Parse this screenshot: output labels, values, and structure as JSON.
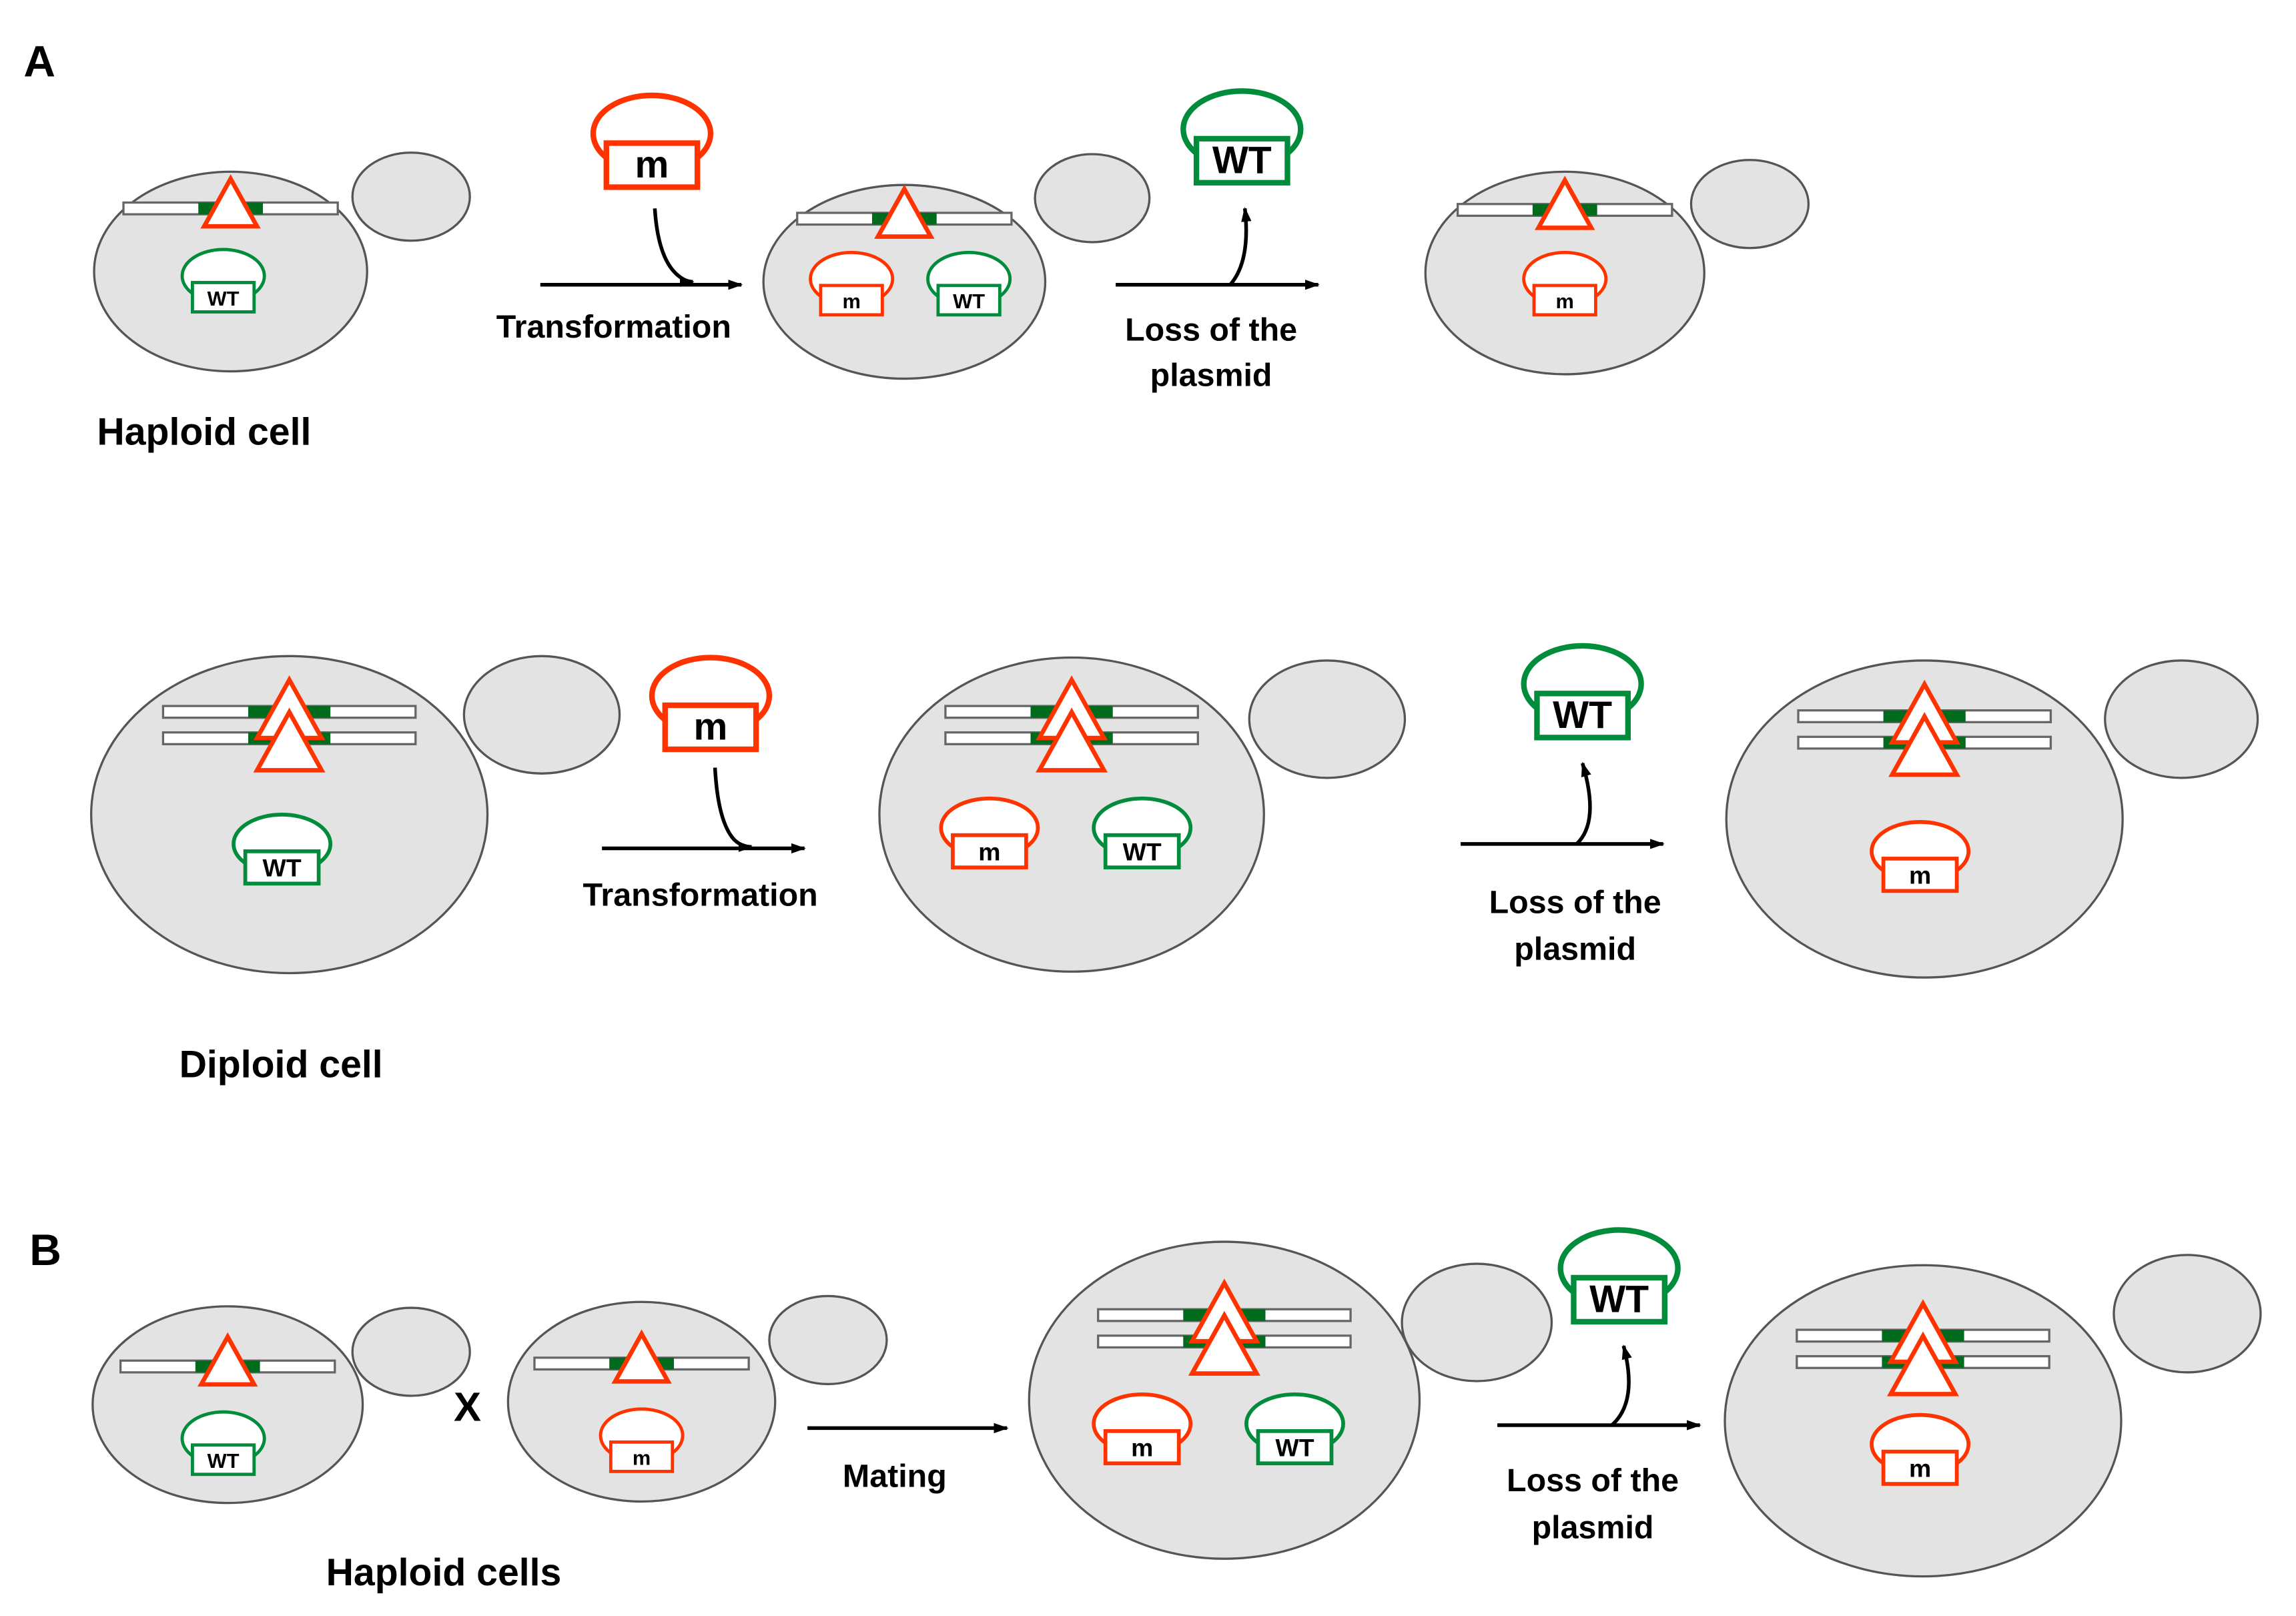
{
  "colors": {
    "mutant": "#ff3300",
    "wild_type": "#008c3a",
    "chromosome_marker": "#006b1d",
    "cell_fill": "#e3e3e3",
    "cell_stroke": "#555555",
    "arrow": "#000000"
  },
  "panels": {
    "a": {
      "label": "A",
      "caption": "Haploid cell",
      "caption2": "Diploid cell"
    },
    "b": {
      "label": "B",
      "caption": "Haploid cells",
      "cross_symbol": "X"
    }
  },
  "steps": {
    "transformation": "Transformation",
    "mating": "Mating",
    "loss_line1": "Loss of the",
    "loss_line2": "plasmid"
  },
  "plasmids": {
    "mutant_label": "m",
    "wild_type_label": "WT"
  }
}
